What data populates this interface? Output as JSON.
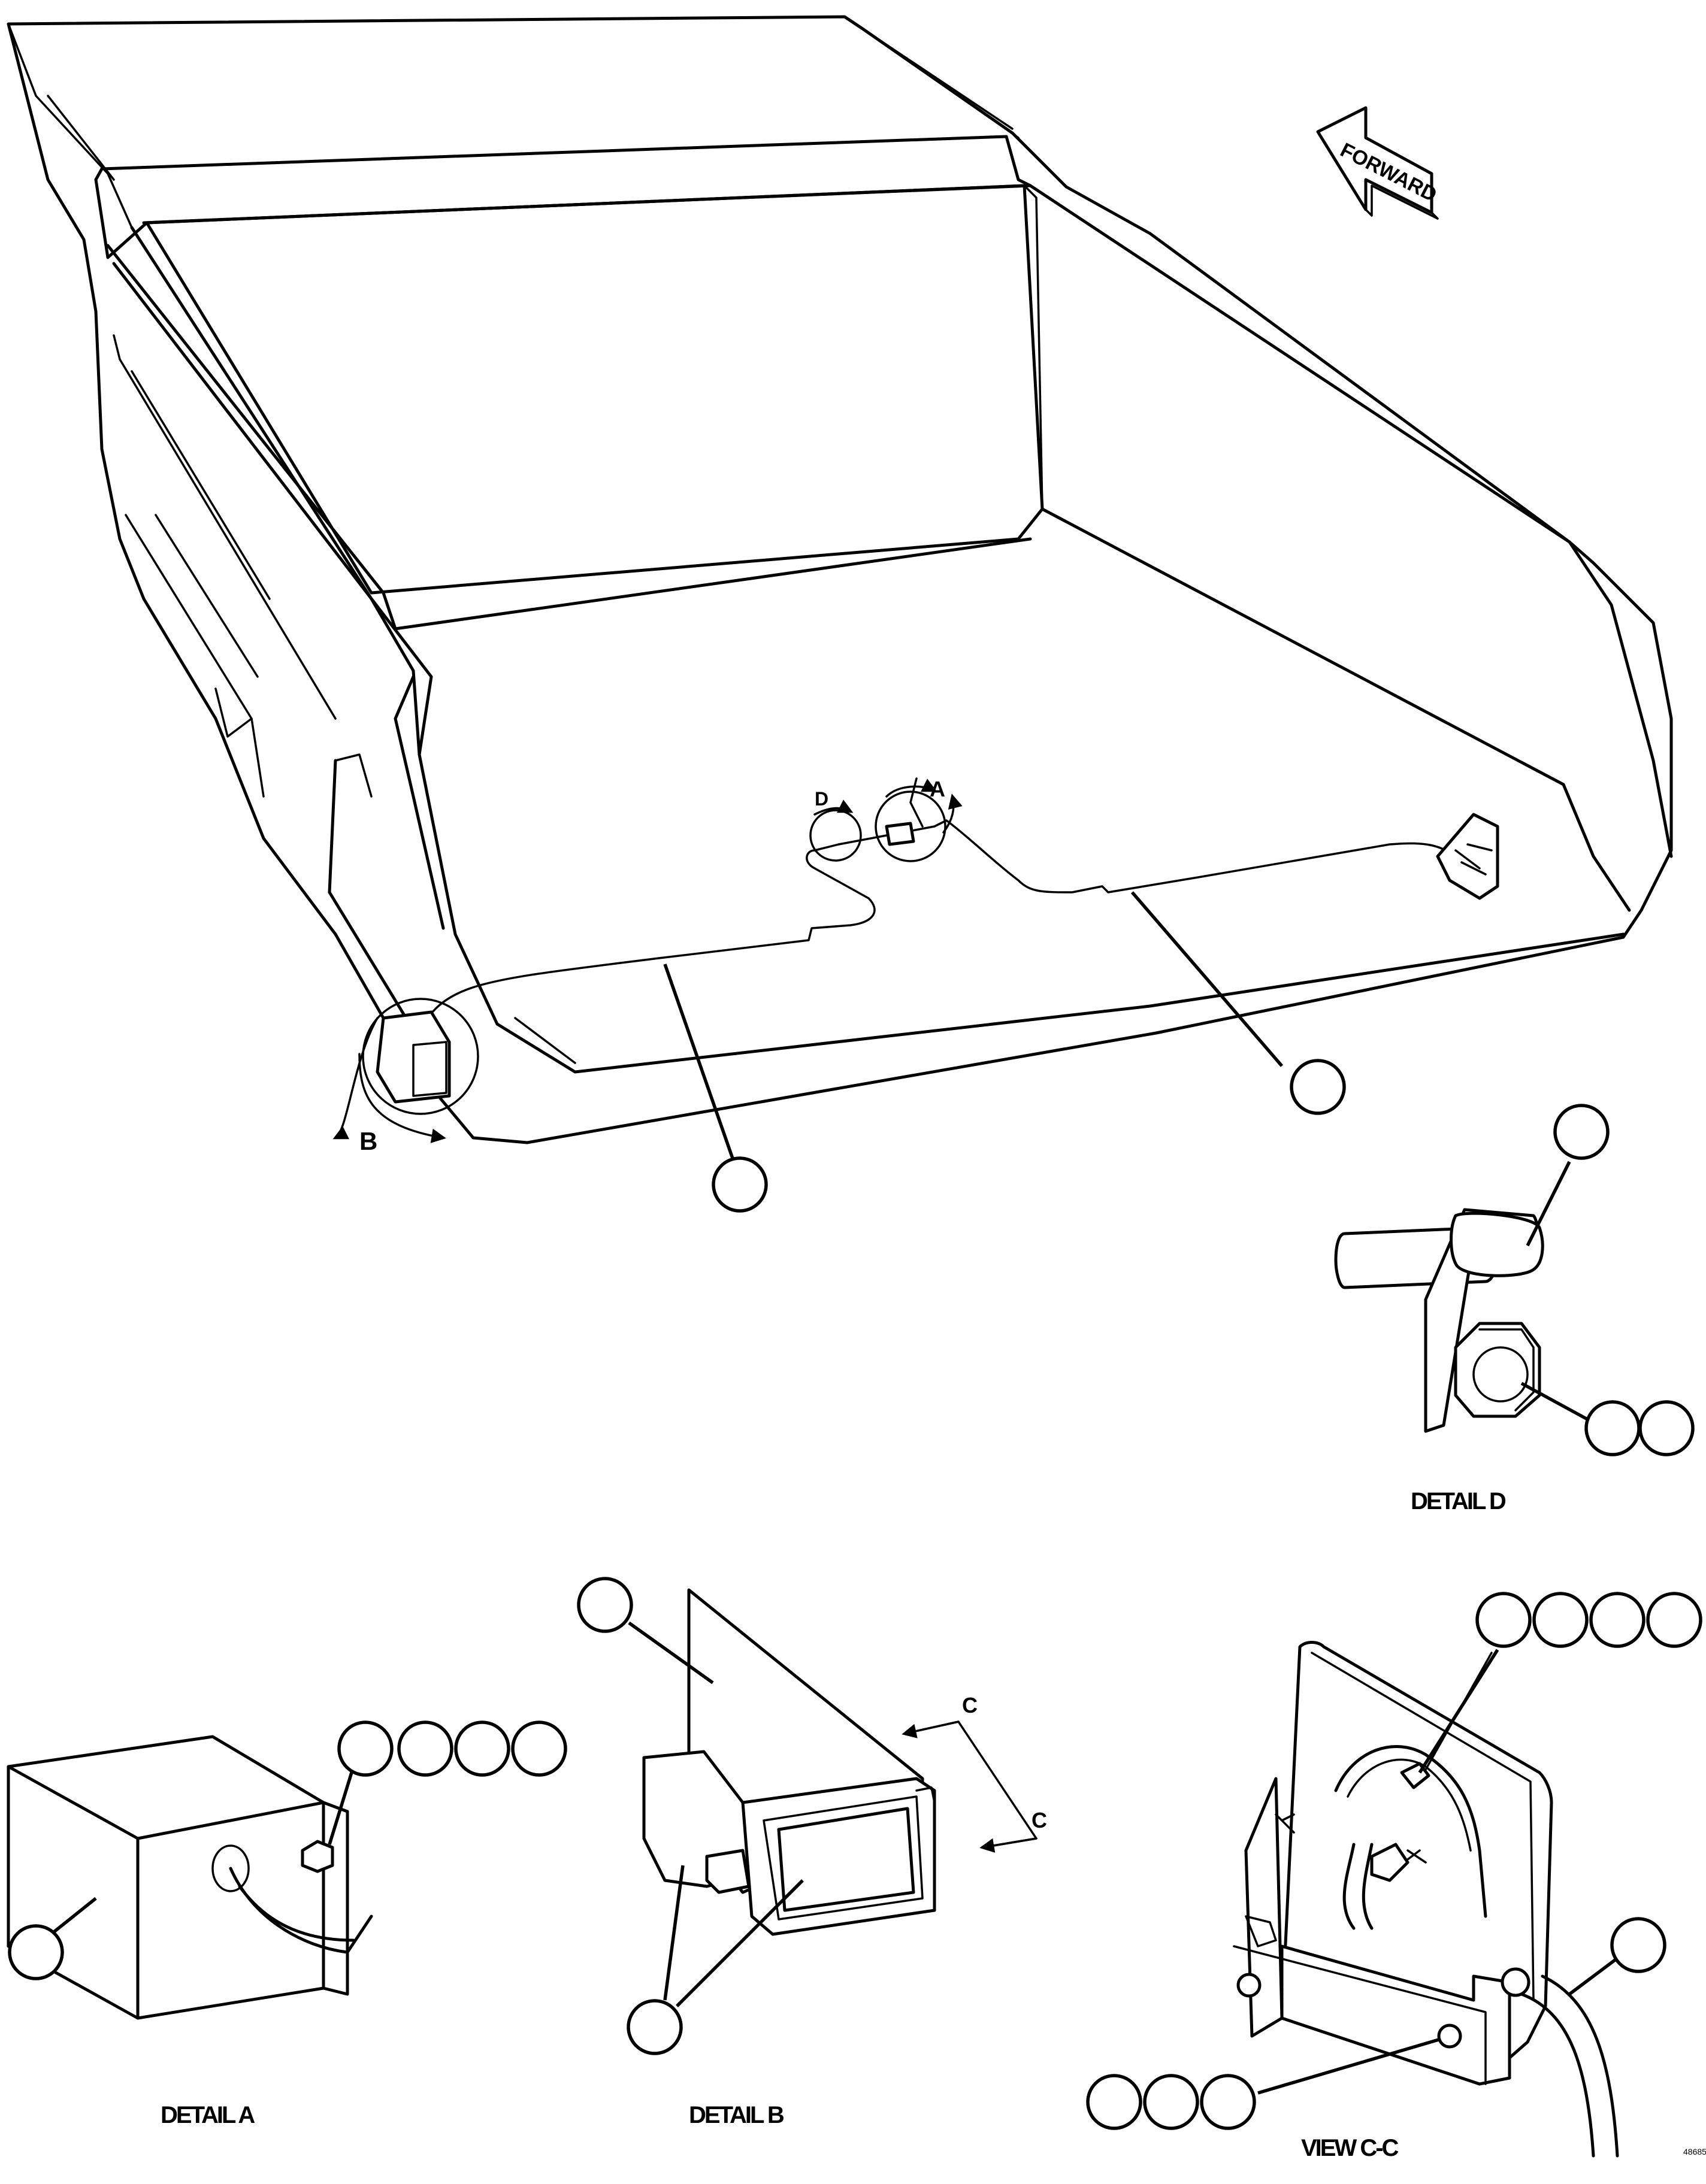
{
  "direction_arrow": {
    "label": "FORWARD"
  },
  "detail_markers": {
    "a": "A",
    "b": "B",
    "d": "D",
    "c_upper": "C",
    "c_lower": "C"
  },
  "captions": {
    "detail_a": "DETAIL A",
    "detail_b": "DETAIL B",
    "detail_d": "DETAIL D",
    "view_cc": "VIEW C-C"
  },
  "figure_id": "48685"
}
